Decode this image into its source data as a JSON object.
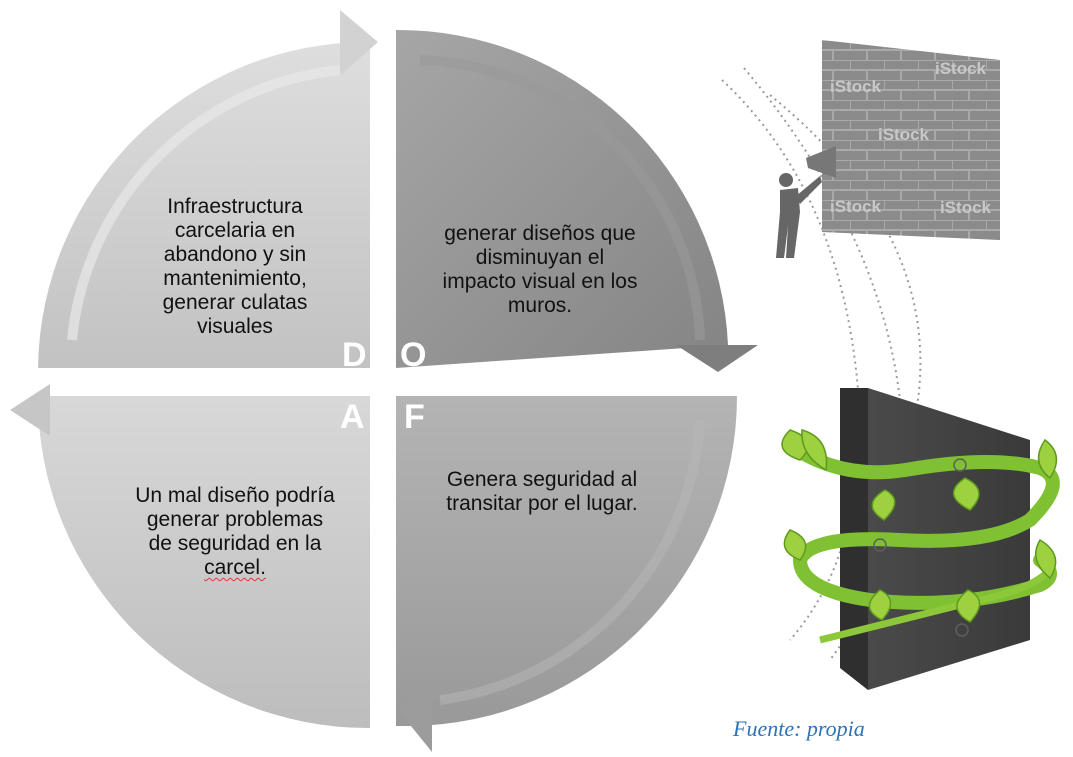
{
  "colors": {
    "q_do": "#c8c8c8",
    "q_o": "#8f8f8f",
    "q_a": "#c9c9c9",
    "q_f": "#a4a4a4",
    "wall_stone": "#8c8c8c",
    "wall_dark": "#404040",
    "vine": "#8cc83a",
    "source_text": "#2e74b5"
  },
  "quadrants": {
    "d": {
      "letter": "D",
      "lines": [
        "Infraestructura",
        "carcelaria en",
        "abandono y sin",
        "mantenimiento,",
        "generar culatas",
        "visuales"
      ]
    },
    "o": {
      "letter": "O",
      "lines": [
        "generar diseños que",
        "disminuyan el",
        "impacto visual en los",
        "muros."
      ]
    },
    "a": {
      "letter": "A",
      "lines": [
        "Un mal diseño podría",
        "generar problemas",
        "de seguridad en la",
        "carcel."
      ]
    },
    "f": {
      "letter": "F",
      "lines": [
        "Genera seguridad al",
        "transitar por el lugar."
      ]
    }
  },
  "illustration": {
    "top_image": {
      "icon": "person-with-megaphone-at-brick-wall",
      "watermarks": [
        "iStock",
        "iStock",
        "iStock",
        "iStock",
        "iStock"
      ]
    },
    "bottom_image": {
      "icon": "green-vine-on-dark-wall",
      "watermarks": [
        "@",
        "@",
        "@"
      ]
    }
  },
  "source": "Fuente: propia"
}
